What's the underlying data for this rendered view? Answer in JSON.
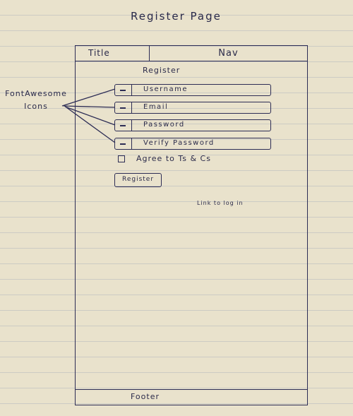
{
  "page_title": "Register Page",
  "header": {
    "title": "Title",
    "nav": "Nav"
  },
  "form": {
    "heading": "Register",
    "fields": [
      {
        "label": "Username"
      },
      {
        "label": "Email"
      },
      {
        "label": "Password"
      },
      {
        "label": "Verify Password"
      }
    ],
    "agree_label": "Agree to Ts & Cs",
    "submit_label": "Register",
    "login_link": "Link to log in"
  },
  "footer": {
    "label": "Footer"
  },
  "annotation": {
    "line1": "FontAwesome",
    "line2": "Icons"
  }
}
